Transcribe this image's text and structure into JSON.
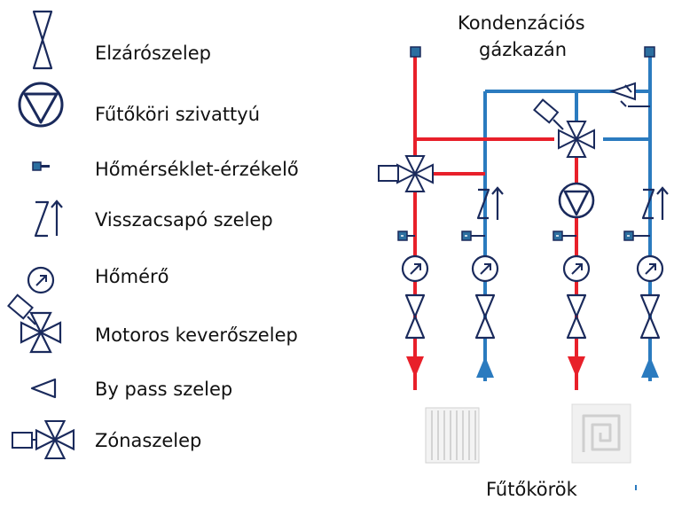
{
  "legend": {
    "items": [
      {
        "icon": "shutoff-valve-icon",
        "label": "Elzárószelep"
      },
      {
        "icon": "heating-pump-icon",
        "label": "Fűtőköri szivattyú"
      },
      {
        "icon": "temperature-sensor-icon",
        "label": "Hőmérséklet-érzékelő"
      },
      {
        "icon": "check-valve-icon",
        "label": "Visszacsapó szelep"
      },
      {
        "icon": "thermometer-icon",
        "label": "Hőmérő"
      },
      {
        "icon": "motorized-mixing-valve-icon",
        "label": "Motoros keverőszelep"
      },
      {
        "icon": "bypass-valve-icon",
        "label": "By pass szelep"
      },
      {
        "icon": "zone-valve-icon",
        "label": "Zónaszelep"
      }
    ]
  },
  "diagram": {
    "boiler_title_line1": "Kondenzációs",
    "boiler_title_line2": "gázkazán",
    "circuits_label": "Fűtőkörök",
    "colors": {
      "supply": "#e8202a",
      "return": "#2b7bbf",
      "symbol": "#1a2a5c",
      "sensor": "#2c6fa0"
    }
  }
}
